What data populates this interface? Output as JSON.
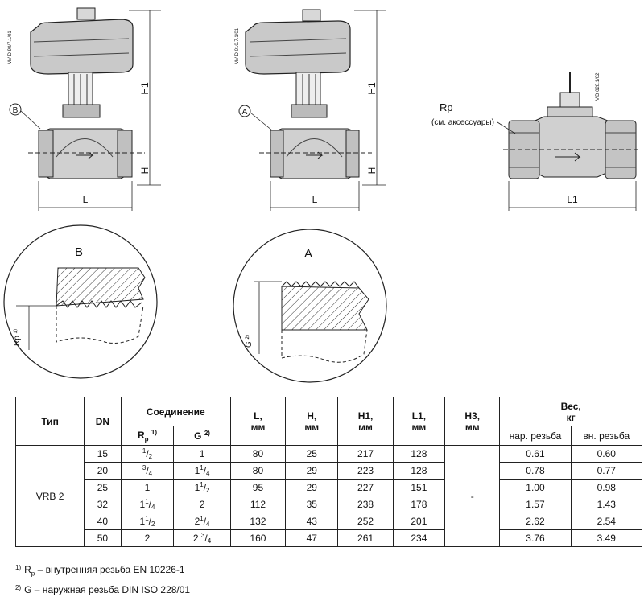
{
  "drawings": {
    "labels": {
      "side_ref_1": "MV D 90/7.1/01",
      "side_ref_2": "MV D 010.7.1/01",
      "side_ref_3": "V.D 028.1/02",
      "dim_H1": "H1",
      "dim_H": "H",
      "dim_L": "L",
      "dim_L1": "L1",
      "view_B": "B",
      "view_A": "A",
      "rp_title": "Rp",
      "rp_note": "(см. аксессуары)",
      "detail_B": "B",
      "detail_A": "A",
      "detail_rp": "Rp ¹⁾",
      "detail_g": "G ²⁾"
    }
  },
  "table": {
    "headers": {
      "type": "Тип",
      "dn": "DN",
      "connection": "Соединение",
      "rp": "R",
      "rp_sub": "p",
      "rp_mark": "1)",
      "g": "G",
      "g_mark": "2)",
      "l": "L,",
      "h": "H,",
      "h1": "H1,",
      "l1": "L1,",
      "h3": "H3,",
      "unit": "мм",
      "weight": "Вес,",
      "weight_unit": "кг",
      "ext_thread": "нар. резьба",
      "int_thread": "вн. резьба"
    },
    "type_value": "VRB 2",
    "h3_value": "-",
    "rows": [
      {
        "dn": "15",
        "rp_int": "",
        "rp_num": "1",
        "rp_den": "2",
        "g_int": "1",
        "g_num": "",
        "g_den": "",
        "l": "80",
        "h": "25",
        "h1": "217",
        "l1": "128",
        "w_ext": "0.61",
        "w_int": "0.60"
      },
      {
        "dn": "20",
        "rp_int": "",
        "rp_num": "3",
        "rp_den": "4",
        "g_int": "1",
        "g_num": "1",
        "g_den": "4",
        "l": "80",
        "h": "29",
        "h1": "223",
        "l1": "128",
        "w_ext": "0.78",
        "w_int": "0.77"
      },
      {
        "dn": "25",
        "rp_int": "1",
        "rp_num": "",
        "rp_den": "",
        "g_int": "1",
        "g_num": "1",
        "g_den": "2",
        "l": "95",
        "h": "29",
        "h1": "227",
        "l1": "151",
        "w_ext": "1.00",
        "w_int": "0.98"
      },
      {
        "dn": "32",
        "rp_int": "1",
        "rp_num": "1",
        "rp_den": "4",
        "g_int": "2",
        "g_num": "",
        "g_den": "",
        "l": "112",
        "h": "35",
        "h1": "238",
        "l1": "178",
        "w_ext": "1.57",
        "w_int": "1.43"
      },
      {
        "dn": "40",
        "rp_int": "1",
        "rp_num": "1",
        "rp_den": "2",
        "g_int": "2",
        "g_num": "1",
        "g_den": "4",
        "l": "132",
        "h": "43",
        "h1": "252",
        "l1": "201",
        "w_ext": "2.62",
        "w_int": "2.54"
      },
      {
        "dn": "50",
        "rp_int": "2",
        "rp_num": "",
        "rp_den": "",
        "g_int": "2 ",
        "g_num": "3",
        "g_den": "4",
        "l": "160",
        "h": "47",
        "h1": "261",
        "l1": "234",
        "w_ext": "3.76",
        "w_int": "3.49"
      }
    ]
  },
  "footnotes": [
    {
      "mark": "1)",
      "prefix": "R",
      "sub": "p",
      "text": " – внутренняя резьба EN 10226-1"
    },
    {
      "mark": "2)",
      "prefix": "G",
      "sub": "",
      "text": " – наружная резьба DIN ISO 228/01"
    }
  ]
}
